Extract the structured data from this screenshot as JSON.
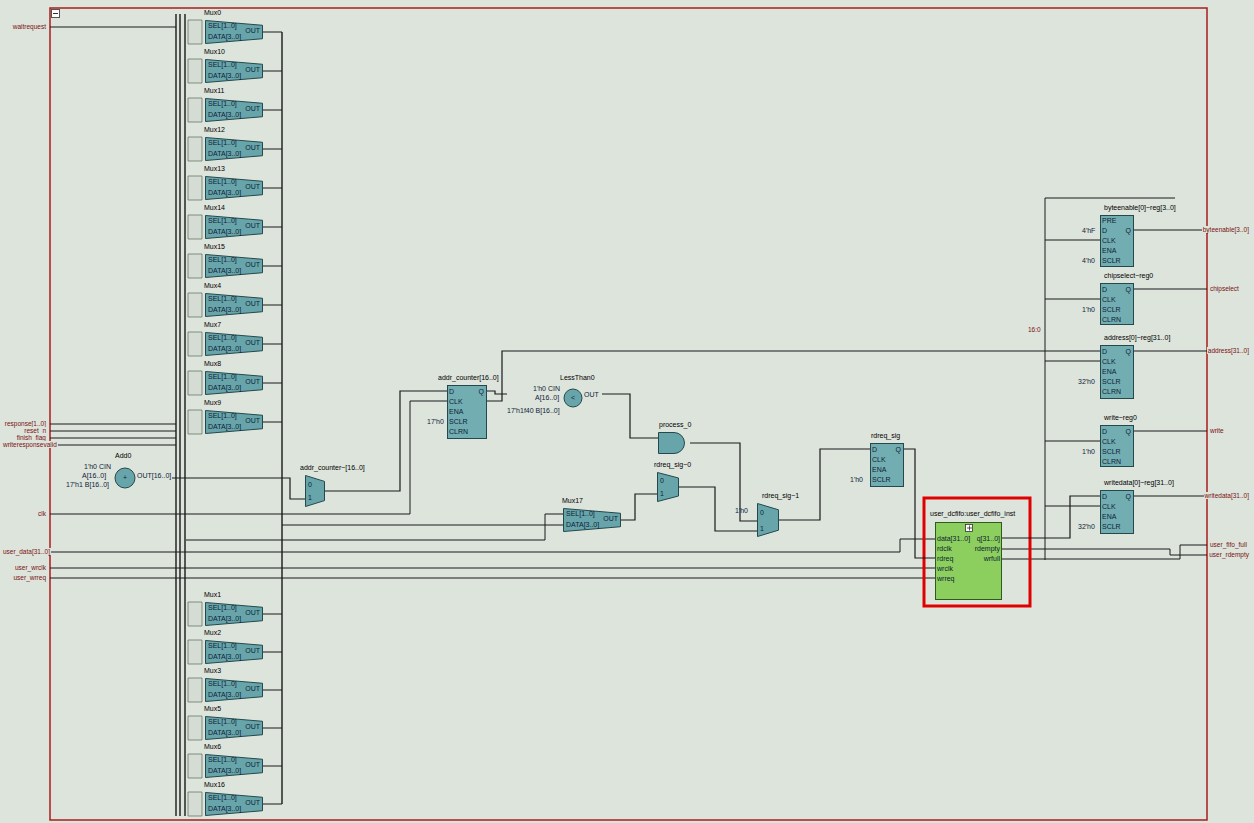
{
  "diagram": {
    "nodes": [
      {
        "text": [
          "Mux0",
          "SEL[1..0]",
          "DATA[3..0]",
          "OUT"
        ]
      },
      {
        "text": [
          "Mux10",
          "SEL[1..0]",
          "DATA[3..0]",
          "OUT"
        ]
      },
      {
        "text": [
          "Mux11",
          "SEL[1..0]",
          "DATA[3..0]",
          "OUT"
        ]
      },
      {
        "text": [
          "Mux12",
          "SEL[1..0]",
          "DATA[3..0]",
          "OUT"
        ]
      },
      {
        "text": [
          "Mux13",
          "SEL[1..0]",
          "DATA[3..0]",
          "OUT"
        ]
      },
      {
        "text": [
          "Mux14",
          "SEL[1..0]",
          "DATA[3..0]",
          "OUT"
        ]
      },
      {
        "text": [
          "Mux15",
          "SEL[1..0]",
          "DATA[3..0]",
          "OUT"
        ]
      },
      {
        "text": [
          "Mux4",
          "SEL[1..0]",
          "DATA[3..0]",
          "OUT"
        ]
      },
      {
        "text": [
          "Mux7",
          "SEL[1..0]",
          "DATA[3..0]",
          "OUT"
        ]
      },
      {
        "text": [
          "Mux8",
          "SEL[1..0]",
          "DATA[3..0]",
          "OUT"
        ]
      },
      {
        "text": [
          "Mux9",
          "SEL[1..0]",
          "DATA[3..0]",
          "OUT"
        ]
      },
      {
        "text": [
          "Add0",
          "1'h0 CIN",
          "A[16..0]",
          "17'h1 B[16..0]",
          "OUT[16..0]",
          "+"
        ]
      },
      {
        "text": [
          "addr_counter~[16..0]",
          "0",
          "1"
        ]
      },
      {
        "text": [
          "addr_counter[16..0]",
          "D",
          "CLK",
          "ENA",
          "SCLR",
          "CLRN",
          "Q",
          "17'h0"
        ]
      },
      {
        "text": [
          "LessThan0",
          "1'h0 CIN",
          "A[16..0]",
          "17'h1f40 B[16..0]",
          "OUT",
          "<"
        ]
      },
      {
        "text": [
          "process_0"
        ]
      },
      {
        "text": [
          "rdreq_sig~0",
          "0",
          "1"
        ]
      },
      {
        "text": [
          "Mux17",
          "SEL[1..0]",
          "DATA[3..0]",
          "OUT"
        ]
      },
      {
        "text": [
          "rdreq_sig~1",
          "1'h0",
          "0",
          "1"
        ]
      },
      {
        "text": [
          "rdreq_sig",
          "D",
          "CLK",
          "ENA",
          "SCLR",
          "Q",
          "1'h0"
        ]
      },
      {
        "text": [
          "user_dcfifo:user_dcfifo_inst",
          "data[31..0]",
          "rdclk",
          "rdreq",
          "wrclk",
          "wrreq",
          "q[31..0]",
          "rdempty",
          "wrfull"
        ]
      },
      {
        "text": [
          "byteenable[0]~reg[3..0]",
          "PRE",
          "D",
          "CLK",
          "ENA",
          "SCLR",
          "Q",
          "4'hF",
          "4'h0"
        ]
      },
      {
        "text": [
          "chipselect~reg0",
          "D",
          "CLK",
          "SCLR",
          "CLRN",
          "Q",
          "1'h0"
        ]
      },
      {
        "text": [
          "address[0]~reg[31..0]",
          "D",
          "CLK",
          "ENA",
          "SCLR",
          "CLRN",
          "Q",
          "32'h0"
        ]
      },
      {
        "text": [
          "write~reg0",
          "D",
          "CLK",
          "SCLR",
          "CLRN",
          "Q",
          "1'h0"
        ]
      },
      {
        "text": [
          "writedata[0]~reg[31..0]",
          "D",
          "CLK",
          "ENA",
          "SCLR",
          "Q",
          "32'h0"
        ]
      },
      {
        "text": [
          "Mux1",
          "SEL[1..0]",
          "DATA[3..0]",
          "OUT"
        ]
      },
      {
        "text": [
          "Mux2",
          "SEL[1..0]",
          "DATA[3..0]",
          "OUT"
        ]
      },
      {
        "text": [
          "Mux3",
          "SEL[1..0]",
          "DATA[3..0]",
          "OUT"
        ]
      },
      {
        "text": [
          "Mux5",
          "SEL[1..0]",
          "DATA[3..0]",
          "OUT"
        ]
      },
      {
        "text": [
          "Mux6",
          "SEL[1..0]",
          "DATA[3..0]",
          "OUT"
        ]
      },
      {
        "text": [
          "Mux16",
          "SEL[1..0]",
          "DATA[3..0]",
          "OUT"
        ]
      }
    ],
    "edges": [
      {
        "from": 11,
        "to": 12,
        "arrow": "none"
      },
      {
        "from": 12,
        "to": 13,
        "arrow": "none"
      },
      {
        "from": 13,
        "to": 14,
        "arrow": "none"
      },
      {
        "from": 14,
        "to": 15,
        "arrow": "none"
      },
      {
        "from": 17,
        "to": 16,
        "arrow": "none"
      },
      {
        "from": 15,
        "to": 18,
        "arrow": "none"
      },
      {
        "from": 16,
        "to": 18,
        "arrow": "none"
      },
      {
        "from": 18,
        "to": 19,
        "arrow": "none"
      },
      {
        "from": 19,
        "to": 20,
        "arrow": "none"
      },
      {
        "from": 20,
        "to": 25,
        "arrow": "none"
      },
      {
        "from": 13,
        "to": 23,
        "arrow": "none"
      }
    ],
    "labels": [
      "waitrequest",
      "response[1..0]",
      "reset_n",
      "finish_flag",
      "writeresponsevalid",
      "clk",
      "user_data[31..0]",
      "user_wrclk",
      "user_wrreq",
      "byteenable[3..0]",
      "chipselect",
      "address[31..0]",
      "write",
      "writedata[31..0]",
      "user_fifo_full",
      "user_rdempty",
      "16:0"
    ]
  }
}
